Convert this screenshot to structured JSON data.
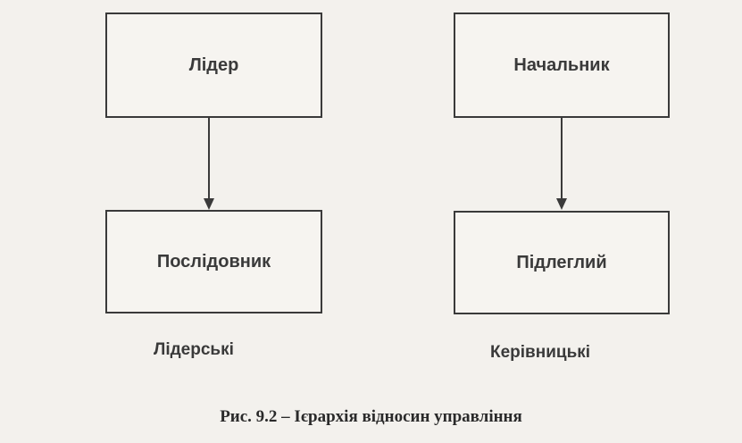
{
  "left_group": {
    "top_box": "Лідер",
    "bottom_box": "Послідовник",
    "caption": "Лідерські"
  },
  "right_group": {
    "top_box": "Начальник",
    "bottom_box": "Підлеглий",
    "caption": "Керівницькі"
  },
  "figure_caption": "Рис. 9.2 – Ієрархія відносин управління",
  "colors": {
    "line": "#3a3a3a",
    "background": "#f3f1ed"
  }
}
